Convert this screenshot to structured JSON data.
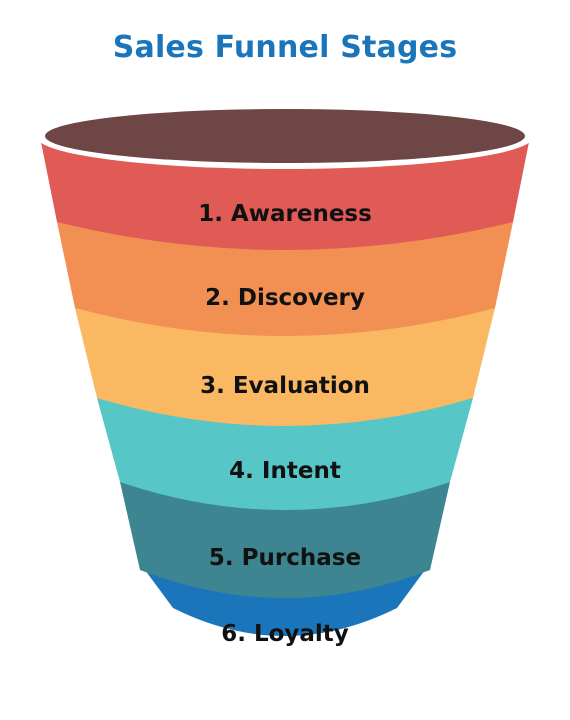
{
  "title": "Sales Funnel Stages",
  "colors": {
    "title": "#1b75bb",
    "rim_top": "#6e4646",
    "rim_outline": "#ffffff",
    "label": "#111111"
  },
  "stages": [
    {
      "label": "1. Awareness",
      "color": "#e05a56"
    },
    {
      "label": "2. Discovery",
      "color": "#f28f52"
    },
    {
      "label": "3. Evaluation",
      "color": "#fbb862"
    },
    {
      "label": "4. Intent",
      "color": "#56c6c6"
    },
    {
      "label": "5. Purchase",
      "color": "#3d8590"
    },
    {
      "label": "6. Loyalty",
      "color": "#1b75bb"
    }
  ]
}
